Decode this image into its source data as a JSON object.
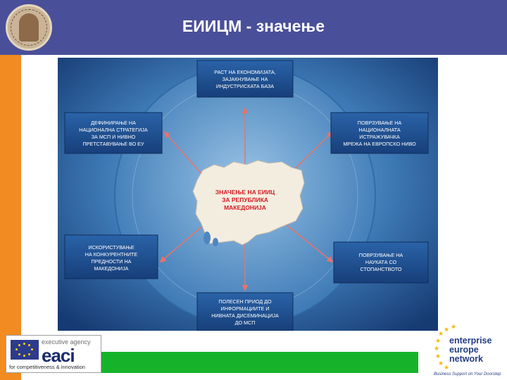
{
  "header": {
    "title": "ЕИИЦМ - значење"
  },
  "diagram": {
    "center": [
      "ЗНАЧЕЊЕ НА ЕИИЦ",
      "ЗА РЕПУБЛИКА",
      "МАКЕДОНИЈА"
    ],
    "boxes": {
      "top": [
        "РАСТ НА ЕКОНОМИЈАТА,",
        "ЗАЈАКНУВАЊЕ НА",
        "ИНДУСТРИСКАТА БАЗА"
      ],
      "upper_left": [
        "ДЕФИНИРАЊЕ НА",
        "НАЦИОНАЛНА СТРАТЕГИЈА",
        "ЗА МСП И НИВНО",
        "ПРЕТСТАВУВАЊЕ ВО ЕУ"
      ],
      "upper_right": [
        "ПОВРЗУВАЊЕ НА",
        "НАЦИОНАЛНАТА",
        "ИСТРАЖУВАЧКА",
        "МРЕЖА НА ЕВРОПСКО НИВО"
      ],
      "lower_left": [
        "ИСКОРИСТУВАЊЕ",
        "НА КОНКУРЕНТНИТЕ",
        "ПРЕДНОСТИ НА",
        "МАКЕДОНИЈА"
      ],
      "lower_right": [
        "ПОВРЗУВАЊЕ НА",
        "НАУКАТА СО",
        "СТОПАНСТВОТО"
      ],
      "bottom": [
        "ПОЛЕСЕН ПРИОД ДО",
        "ИНФОРМАЦИИТЕ И",
        "НИВНАТА ДИСЕМИНАЦИЈА",
        "ДО МСП"
      ]
    }
  },
  "logos": {
    "eaci": {
      "top": "executive agency",
      "name": "eaci",
      "bottom": "for competitiveness & innovation"
    },
    "een": {
      "line1": "enterprise",
      "line2": "europe",
      "line3": "network",
      "tagline": "Business Support on Your Doorstep"
    }
  },
  "colors": {
    "header": "#4a4f9a",
    "orange": "#f28b21",
    "green": "#16b32a",
    "box": "#1f4e91",
    "arrow": "#e8736c"
  }
}
